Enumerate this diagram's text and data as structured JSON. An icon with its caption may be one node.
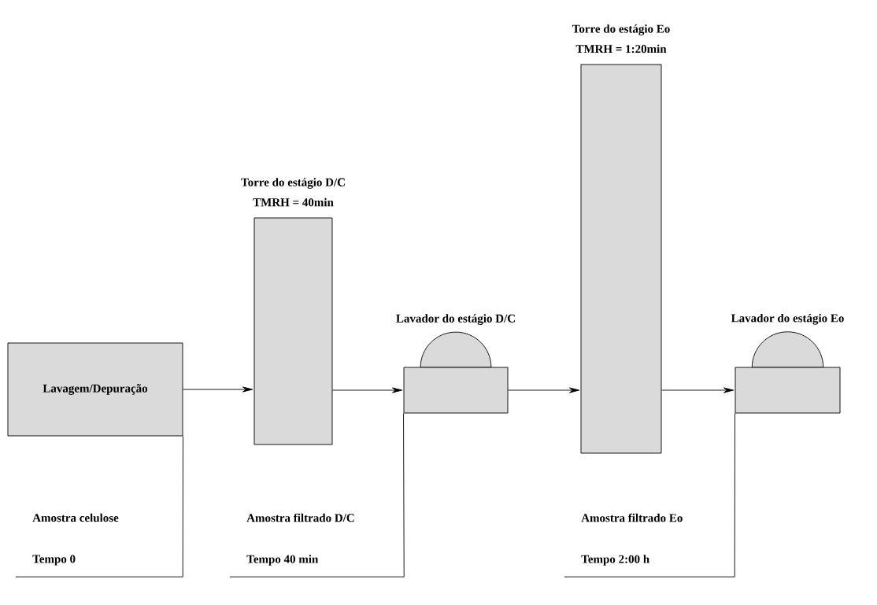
{
  "diagram": {
    "nodes": [
      {
        "text": [
          "Lavagem/Depuração"
        ]
      },
      {
        "text": [
          "Torre do estágio D/C",
          "TMRH = 40min"
        ]
      },
      {
        "text": [
          "Lavador do estágio D/C"
        ]
      },
      {
        "text": [
          "Torre do estágio Eo",
          "TMRH = 1:20min"
        ]
      },
      {
        "text": [
          "Lavador do estágio Eo"
        ]
      },
      {
        "text": [
          "Amostra celulose",
          "Tempo 0"
        ]
      },
      {
        "text": [
          "Amostra filtrado D/C",
          "Tempo 40 min"
        ]
      },
      {
        "text": [
          "Amostra filtrado Eo",
          "Tempo 2:00 h"
        ]
      }
    ],
    "edges": [
      {
        "from": 0,
        "to": 1,
        "arrow": "to"
      },
      {
        "from": 1,
        "to": 2,
        "arrow": "to"
      },
      {
        "from": 2,
        "to": 3,
        "arrow": "to"
      },
      {
        "from": 3,
        "to": 4,
        "arrow": "to"
      },
      {
        "from": 0,
        "to": 5,
        "arrow": "none"
      },
      {
        "from": 2,
        "to": 6,
        "arrow": "none"
      },
      {
        "from": 4,
        "to": 7,
        "arrow": "none"
      }
    ]
  }
}
